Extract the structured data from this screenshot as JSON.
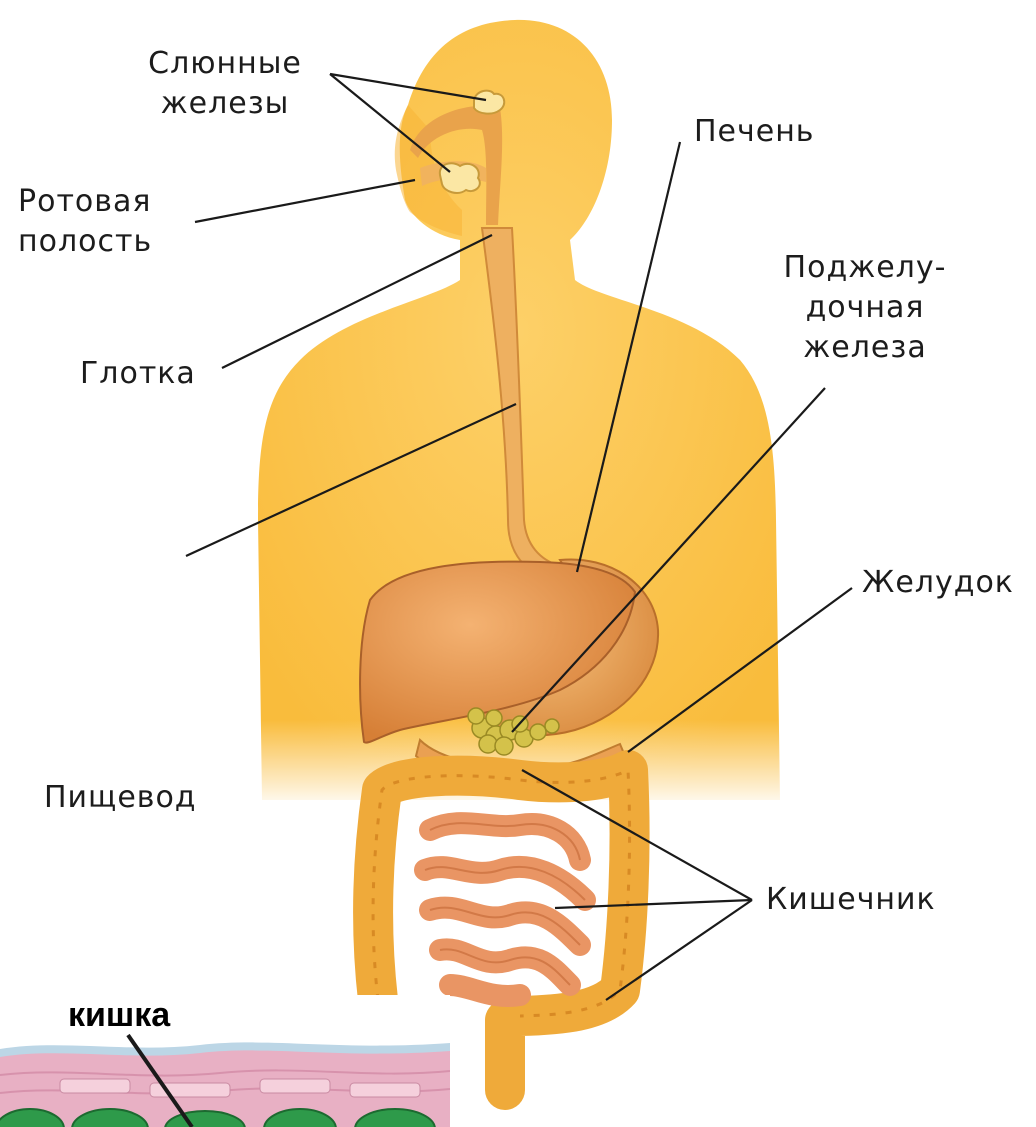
{
  "labels": {
    "salivary_glands": [
      "Слюнные",
      "железы"
    ],
    "oral_cavity": [
      "Ротовая",
      "полость"
    ],
    "pharynx": "Глотка",
    "esophagus": "Пищевод",
    "liver": "Печень",
    "pancreas": [
      "Поджелу-",
      "дочная",
      "железа"
    ],
    "stomach": "Желудок",
    "intestine": "Кишечник"
  },
  "inset": {
    "caption": "кишка"
  },
  "colors": {
    "body": "#fbc64a",
    "organ": "#e59547",
    "colon": "#f2b040",
    "pancreas": "#c8b93a",
    "leader_line": "#1a1a1a",
    "inset_tissue": "#e8b0c4",
    "inset_villi": "#2e9a4a"
  }
}
